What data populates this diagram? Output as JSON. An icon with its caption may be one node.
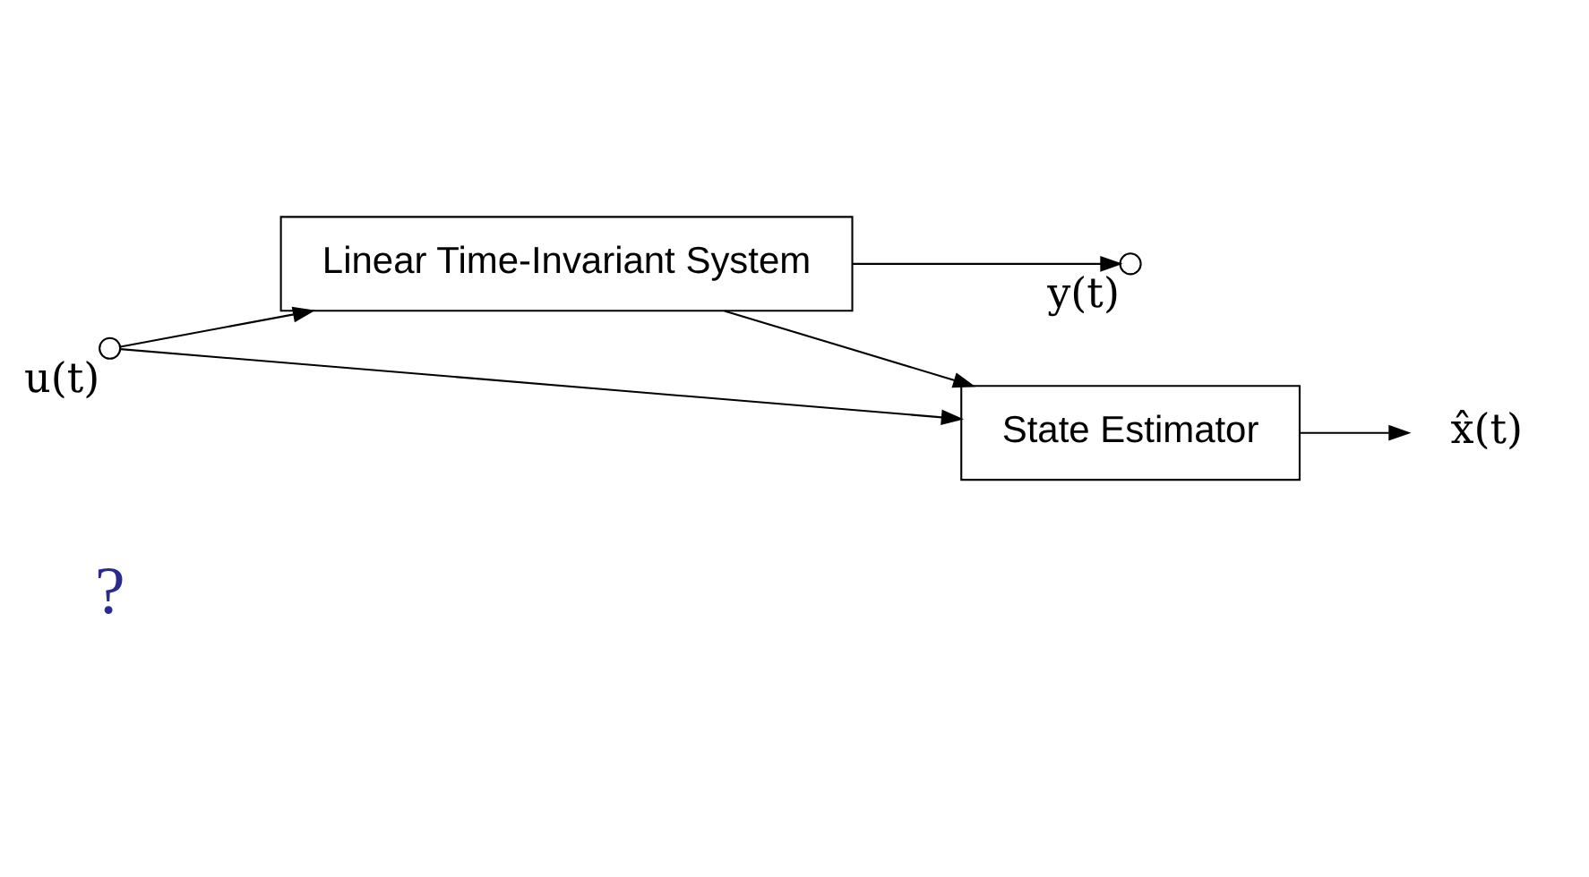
{
  "diagram": {
    "nodes": [
      {
        "text": [],
        "shape": "circle",
        "beside": [
          "u(t)"
        ]
      },
      {
        "text": [
          "Linear Time-Invariant System"
        ]
      },
      {
        "text": [],
        "shape": "circle",
        "beside": [
          "y(t)"
        ]
      },
      {
        "text": [
          "State Estimator"
        ]
      },
      {
        "text": [
          "x̂(t)"
        ]
      }
    ],
    "edges": [
      {
        "from": 0,
        "to": 1,
        "arrow": "to"
      },
      {
        "from": 1,
        "to": 2,
        "arrow": "to"
      },
      {
        "from": 1,
        "to": 3,
        "arrow": "to"
      },
      {
        "from": 0,
        "to": 3,
        "arrow": "to"
      },
      {
        "from": 3,
        "to": 4,
        "arrow": "to"
      }
    ],
    "labels": [
      "?"
    ]
  }
}
